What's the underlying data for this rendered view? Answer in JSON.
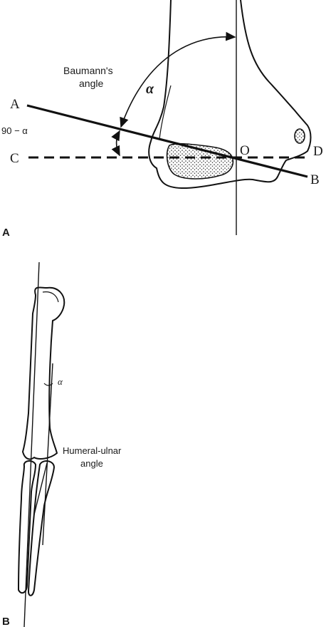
{
  "panel_a": {
    "panel_label": "A",
    "points": {
      "a": "A",
      "b": "B",
      "c": "C",
      "d": "D",
      "o": "O"
    },
    "baumann_label_line1": "Baumann's",
    "baumann_label_line2": "angle",
    "alpha": "α",
    "complement_label": "90 − α"
  },
  "panel_b": {
    "panel_label": "B",
    "alpha": "α",
    "humeral_ulnar_line1": "Humeral-ulnar",
    "humeral_ulnar_line2": "angle"
  }
}
